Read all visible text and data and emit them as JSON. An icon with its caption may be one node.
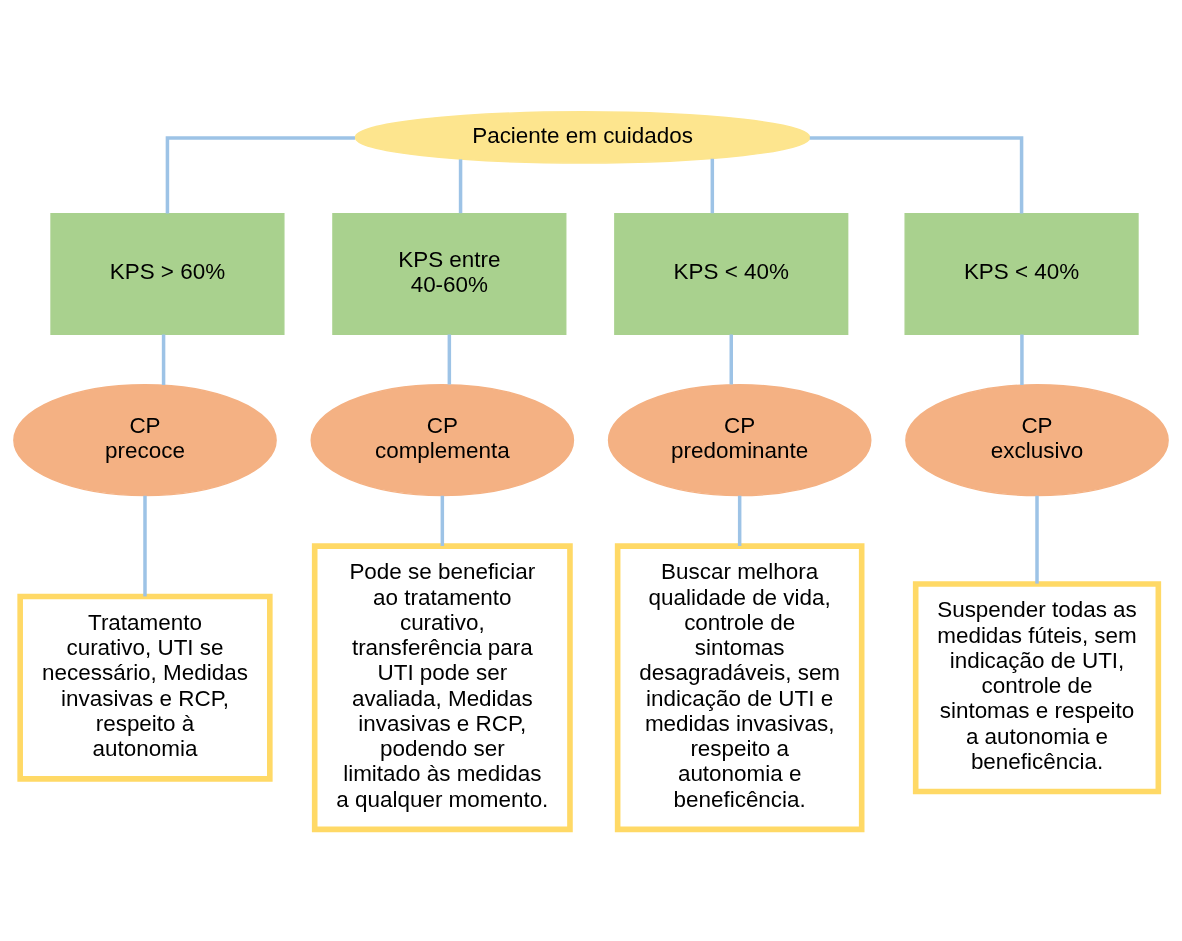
{
  "diagram": {
    "nodes": [
      {
        "text": [
          "Paciente em cuidados"
        ]
      },
      {
        "text": [
          "KPS > 60%"
        ]
      },
      {
        "text": [
          "KPS entre 40-60%"
        ]
      },
      {
        "text": [
          "KPS < 40%"
        ]
      },
      {
        "text": [
          "KPS < 40%"
        ]
      },
      {
        "text": [
          "CP precoce"
        ]
      },
      {
        "text": [
          "CP complementa"
        ]
      },
      {
        "text": [
          "CP predominante"
        ]
      },
      {
        "text": [
          "CP exclusivo"
        ]
      },
      {
        "text": [
          "Tratamento curativo, UTI se necessário, Medidas invasivas e RCP, respeito à autonomia"
        ]
      },
      {
        "text": [
          "Pode se beneficiar ao tratamento curativo, transferência para UTI pode ser avaliada, Medidas invasivas e RCP, podendo ser limitado às medidas a qualquer momento."
        ]
      },
      {
        "text": [
          "Buscar melhora qualidade de vida, controle de sintomas desagradáveis, sem indicação de UTI e medidas invasivas, respeito a autonomia e beneficência."
        ]
      },
      {
        "text": [
          "Suspender todas as medidas fúteis, sem indicação de UTI, controle de sintomas e respeito a autonomia e beneficência."
        ]
      }
    ],
    "edges": [
      {
        "from": 0,
        "to": 1,
        "arrow": "none"
      },
      {
        "from": 0,
        "to": 2,
        "arrow": "none"
      },
      {
        "from": 0,
        "to": 3,
        "arrow": "none"
      },
      {
        "from": 0,
        "to": 4,
        "arrow": "none"
      },
      {
        "from": 1,
        "to": 5,
        "arrow": "none"
      },
      {
        "from": 2,
        "to": 6,
        "arrow": "none"
      },
      {
        "from": 3,
        "to": 7,
        "arrow": "none"
      },
      {
        "from": 4,
        "to": 8,
        "arrow": "none"
      },
      {
        "from": 5,
        "to": 9,
        "arrow": "none"
      },
      {
        "from": 6,
        "to": 10,
        "arrow": "none"
      },
      {
        "from": 7,
        "to": 11,
        "arrow": "none"
      },
      {
        "from": 8,
        "to": 12,
        "arrow": "none"
      }
    ]
  }
}
